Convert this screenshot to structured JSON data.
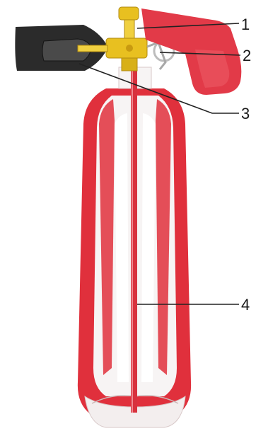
{
  "colors": {
    "body_red": "#e0303c",
    "handle_red": "#e23a48",
    "interior_white": "#f7f4f4",
    "nozzle_black": "#2b2b2b",
    "valve_brass": "#e8c020",
    "siphon_tube": "#d8323e",
    "leader_line": "#222222"
  },
  "callouts": [
    {
      "number": "1"
    },
    {
      "number": "2"
    },
    {
      "number": "3"
    },
    {
      "number": "4"
    }
  ]
}
